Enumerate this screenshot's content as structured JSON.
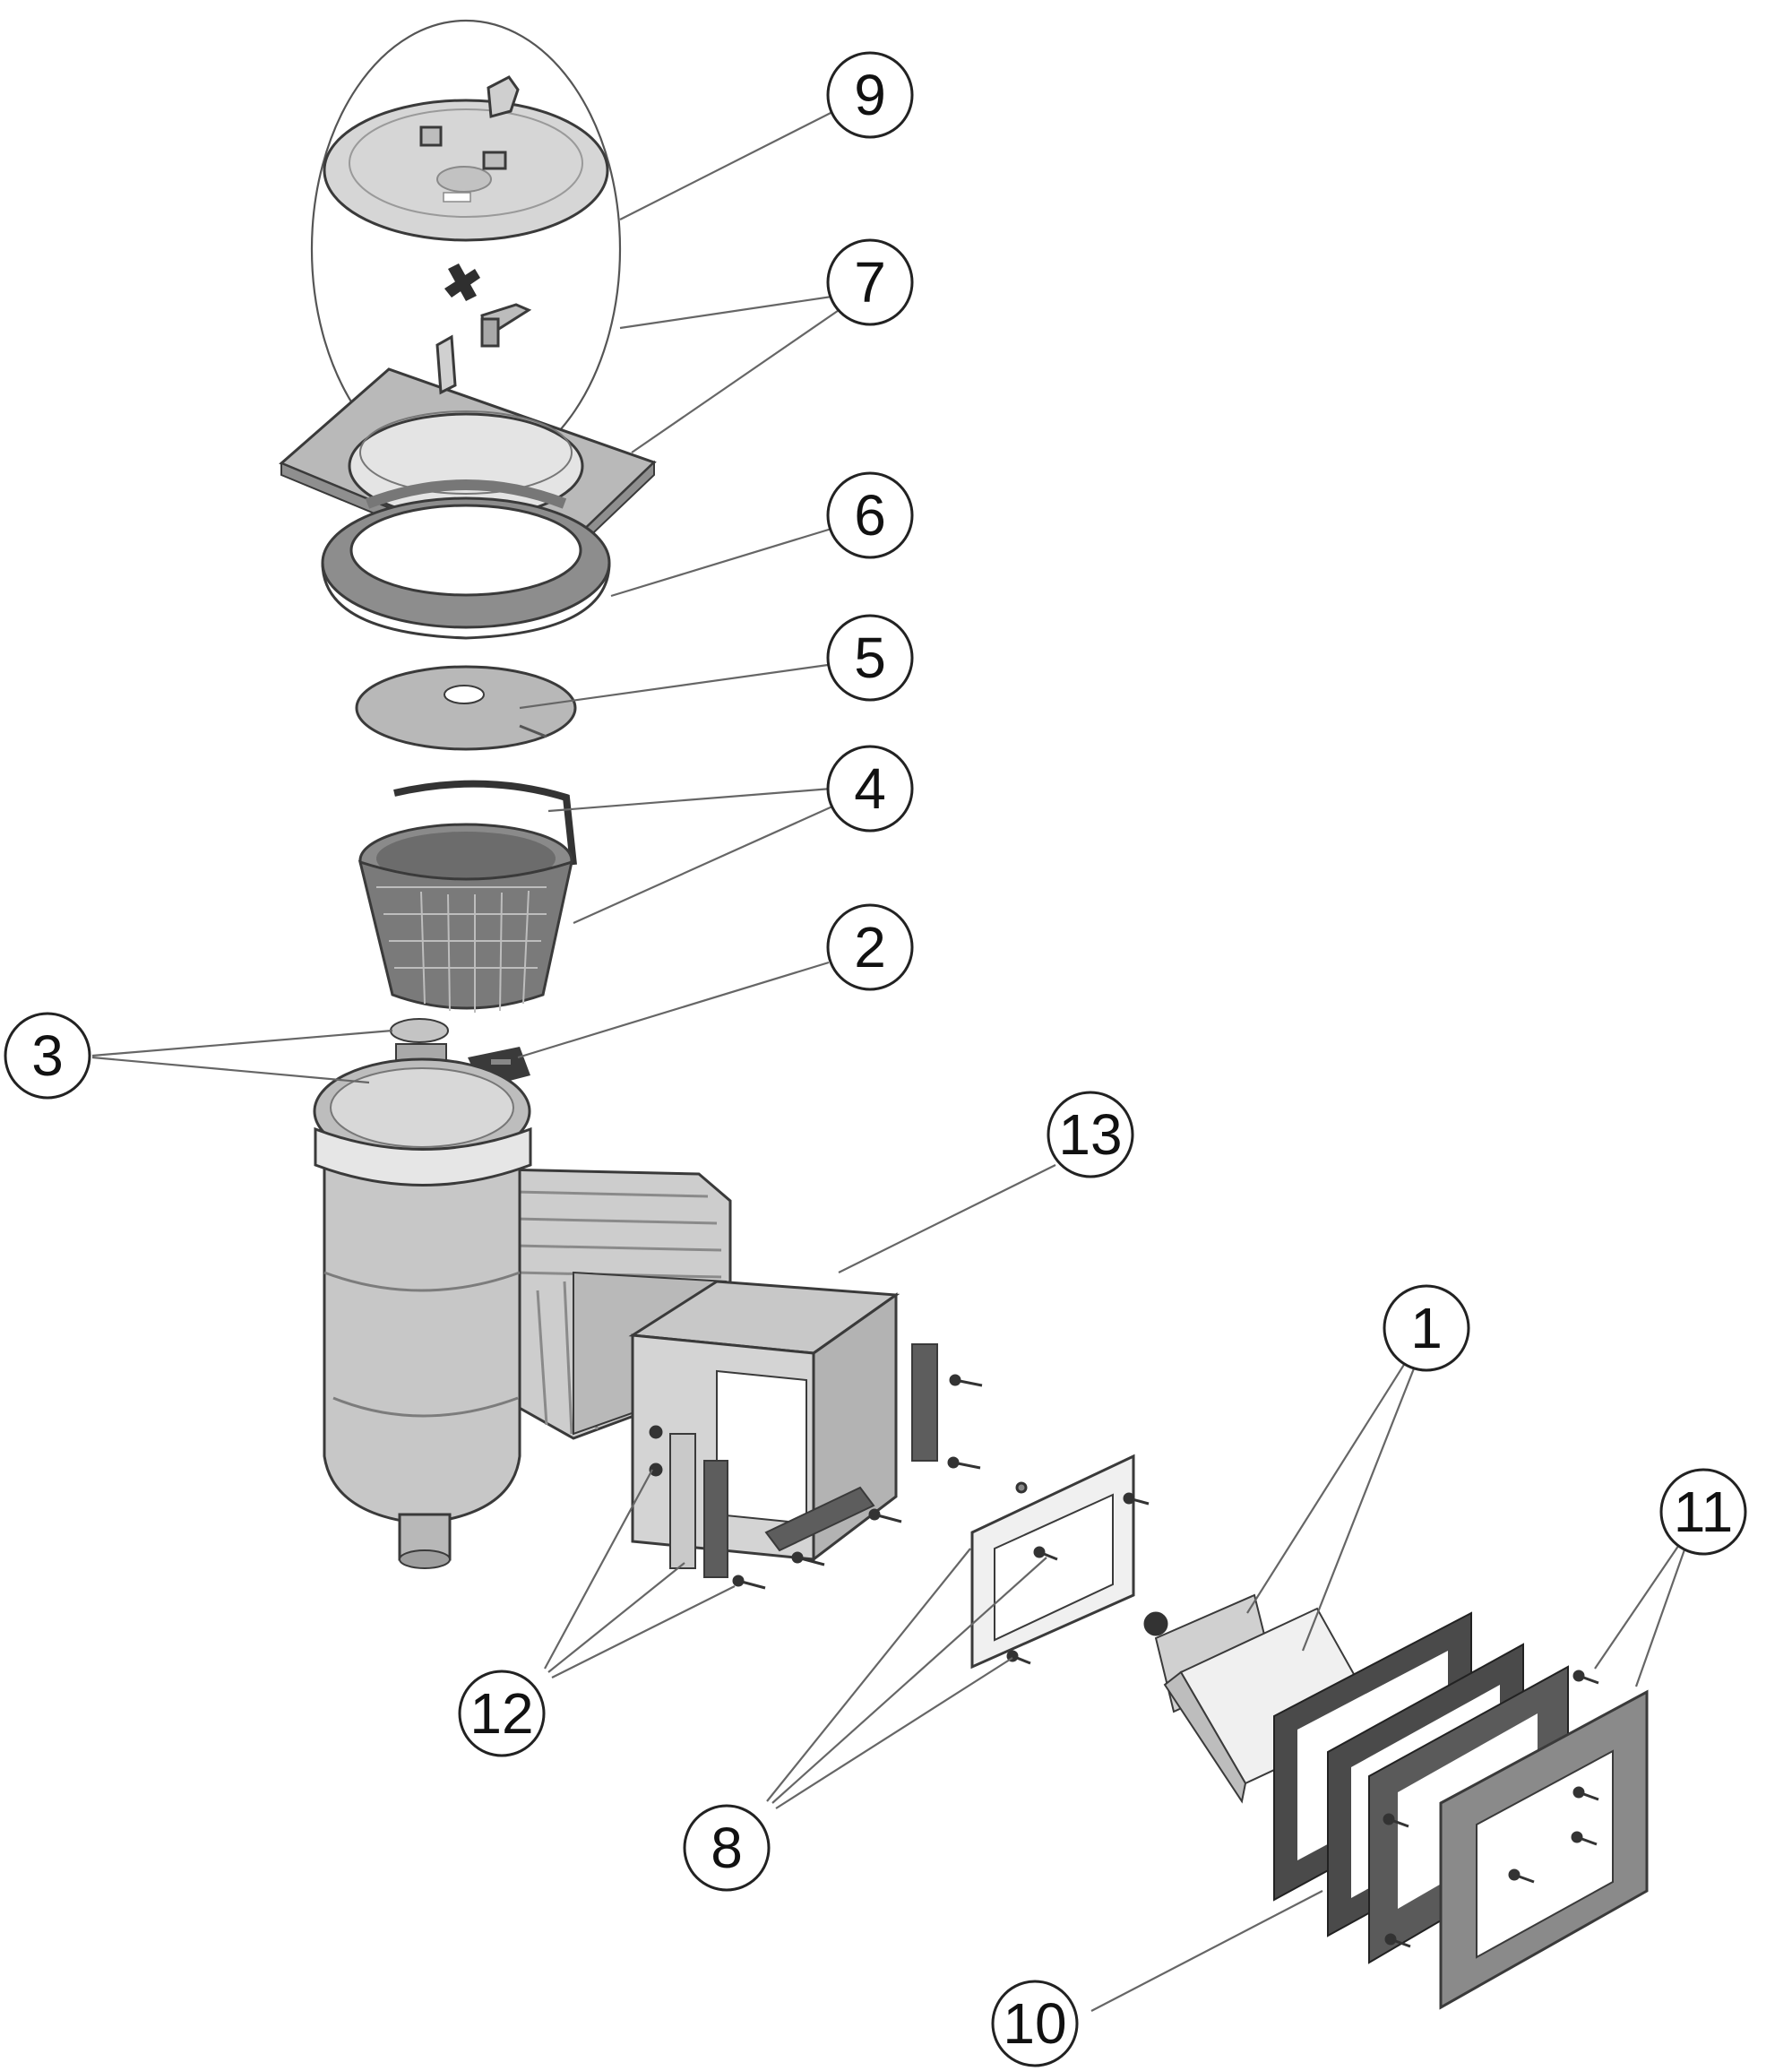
{
  "callouts": [
    {
      "id": "1",
      "label": "1"
    },
    {
      "id": "2",
      "label": "2"
    },
    {
      "id": "3",
      "label": "3"
    },
    {
      "id": "4",
      "label": "4"
    },
    {
      "id": "5",
      "label": "5"
    },
    {
      "id": "6",
      "label": "6"
    },
    {
      "id": "7",
      "label": "7"
    },
    {
      "id": "8",
      "label": "8"
    },
    {
      "id": "9",
      "label": "9"
    },
    {
      "id": "10",
      "label": "10"
    },
    {
      "id": "11",
      "label": "11"
    },
    {
      "id": "12",
      "label": "12"
    },
    {
      "id": "13",
      "label": "13"
    }
  ],
  "colors": {
    "part_light": "#d6d6d6",
    "part_mid": "#b4b4b4",
    "part_dark": "#8a8a8a",
    "gasket": "#4a4a4a",
    "outline": "#3a3a3a"
  }
}
